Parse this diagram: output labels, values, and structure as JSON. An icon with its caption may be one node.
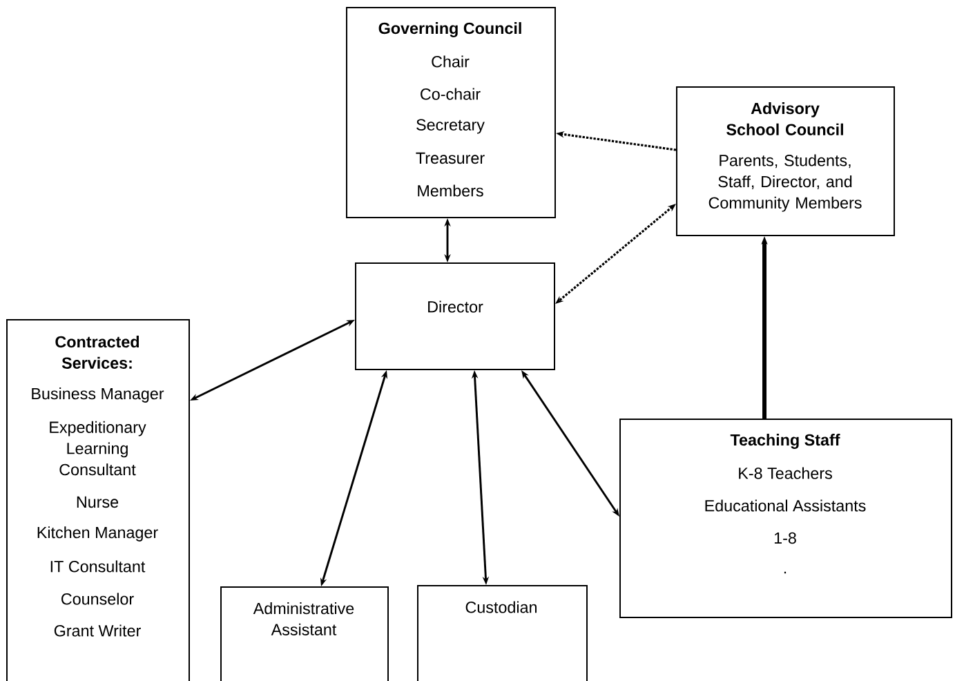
{
  "diagram": {
    "nodes": [
      {
        "text": [
          "Governing Council",
          "Chair",
          "Co-chair",
          "Secretary",
          "Treasurer",
          "Members"
        ]
      },
      {
        "text": [
          "Advisory School Council",
          "Parents, Students, Staff, Director, and Community Members"
        ]
      },
      {
        "text": [
          "Director"
        ]
      },
      {
        "text": [
          "Contracted Services:",
          "Business Manager",
          "Expeditionary Learning Consultant",
          "Nurse",
          "Kitchen Manager",
          "IT Consultant",
          "Counselor",
          "Grant Writer"
        ]
      },
      {
        "text": [
          "Teaching Staff",
          "K-8 Teachers",
          "Educational Assistants",
          "1-8",
          "."
        ]
      },
      {
        "text": [
          "Administrative Assistant"
        ]
      },
      {
        "text": [
          "Custodian"
        ]
      }
    ],
    "edges": [
      {
        "from": 0,
        "to": 2,
        "arrow": "both"
      },
      {
        "from": 1,
        "to": 0,
        "arrow": "to",
        "style": "dashed"
      },
      {
        "from": 1,
        "to": 2,
        "arrow": "both",
        "style": "dashed"
      },
      {
        "from": 2,
        "to": 3,
        "arrow": "both"
      },
      {
        "from": 2,
        "to": 5,
        "arrow": "both"
      },
      {
        "from": 2,
        "to": 6,
        "arrow": "both"
      },
      {
        "from": 2,
        "to": 4,
        "arrow": "both"
      },
      {
        "from": 4,
        "to": 1,
        "arrow": "to",
        "style": "thick"
      }
    ]
  }
}
